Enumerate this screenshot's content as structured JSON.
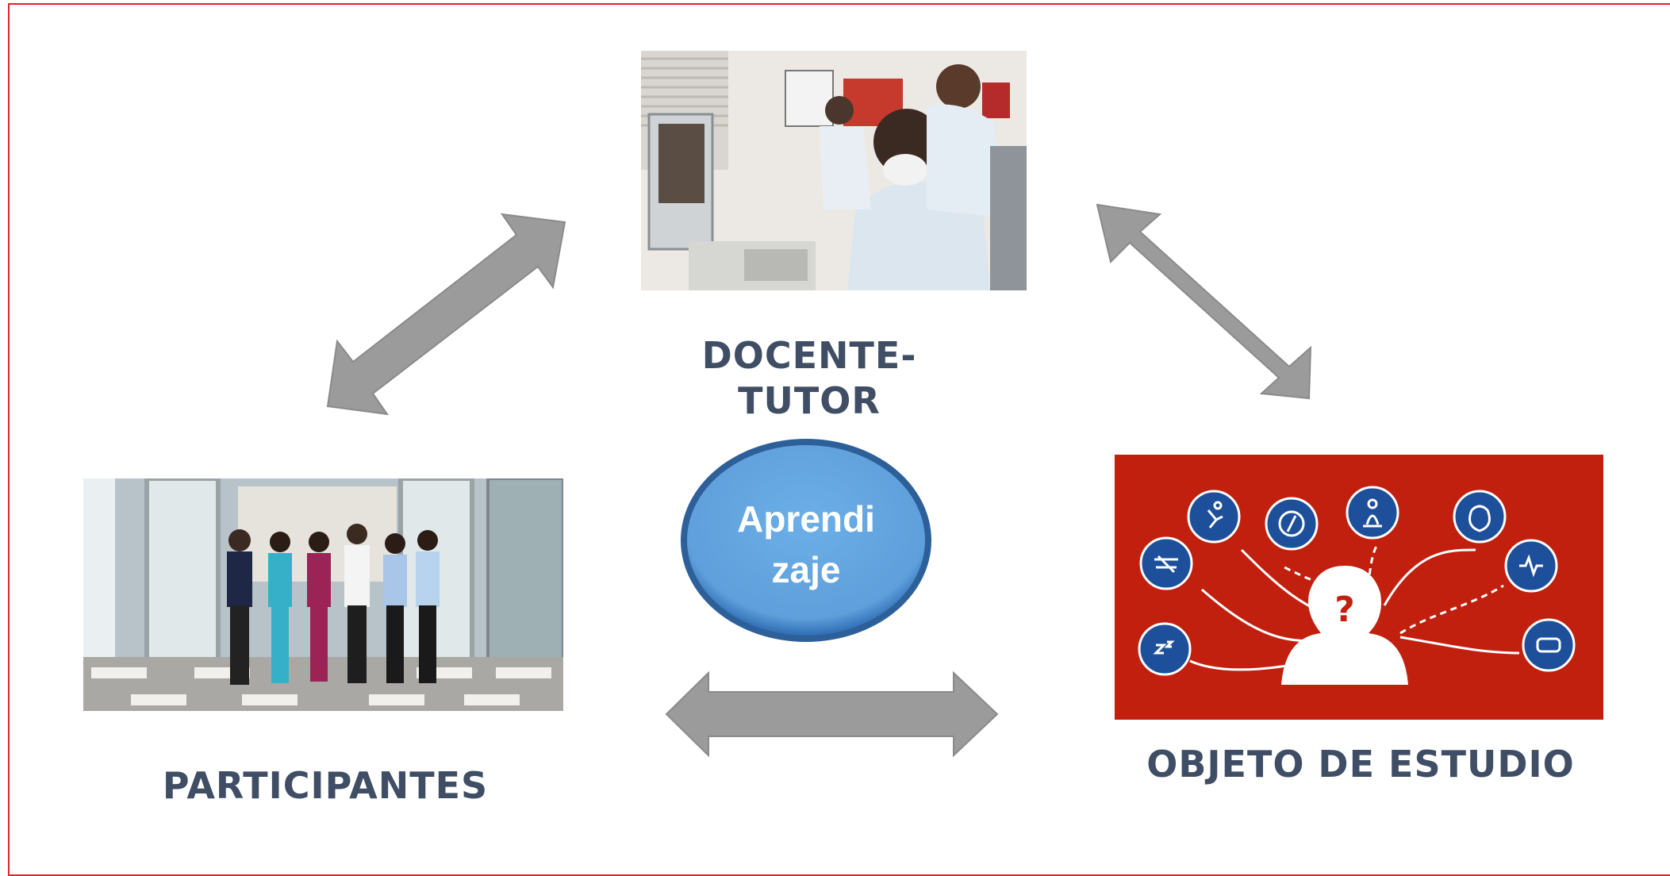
{
  "labels": {
    "tutor": "DOCENTE-\nTUTOR",
    "participants": "PARTICIPANTES",
    "study_object": "OBJETO DE ESTUDIO"
  },
  "center": {
    "text": "Aprendi\nzaje"
  },
  "colors": {
    "frame": "#e0252b",
    "label": "#3f4e65",
    "ellipse": "#62a6e2",
    "arrow": "#9b9b9b",
    "study_bg": "#c1200f",
    "icon_circle": "#1d4f9a"
  }
}
